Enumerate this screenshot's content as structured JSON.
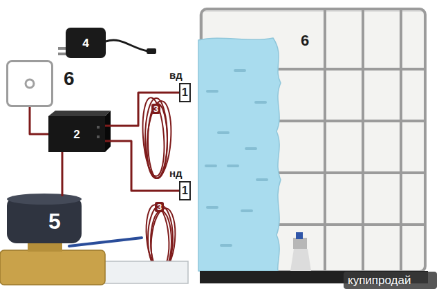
{
  "diagram": {
    "nodes": [
      {
        "text": [
          "4"
        ]
      },
      {
        "text": [
          "6"
        ]
      },
      {
        "text": [
          "2"
        ]
      },
      {
        "text": [
          "вд",
          "1"
        ]
      },
      {
        "text": [
          "нд",
          "1"
        ]
      },
      {
        "text": [
          "5"
        ]
      },
      {
        "text": [
          "6"
        ]
      }
    ],
    "edges": [
      {
        "from": 1,
        "to": 2,
        "arrow": "none"
      },
      {
        "from": 2,
        "to": 3,
        "arrow": "none"
      },
      {
        "from": 2,
        "to": 4,
        "arrow": "none"
      },
      {
        "from": 2,
        "to": 5,
        "arrow": "none"
      }
    ],
    "labels": [
      "3",
      "3",
      "купипродай"
    ]
  }
}
